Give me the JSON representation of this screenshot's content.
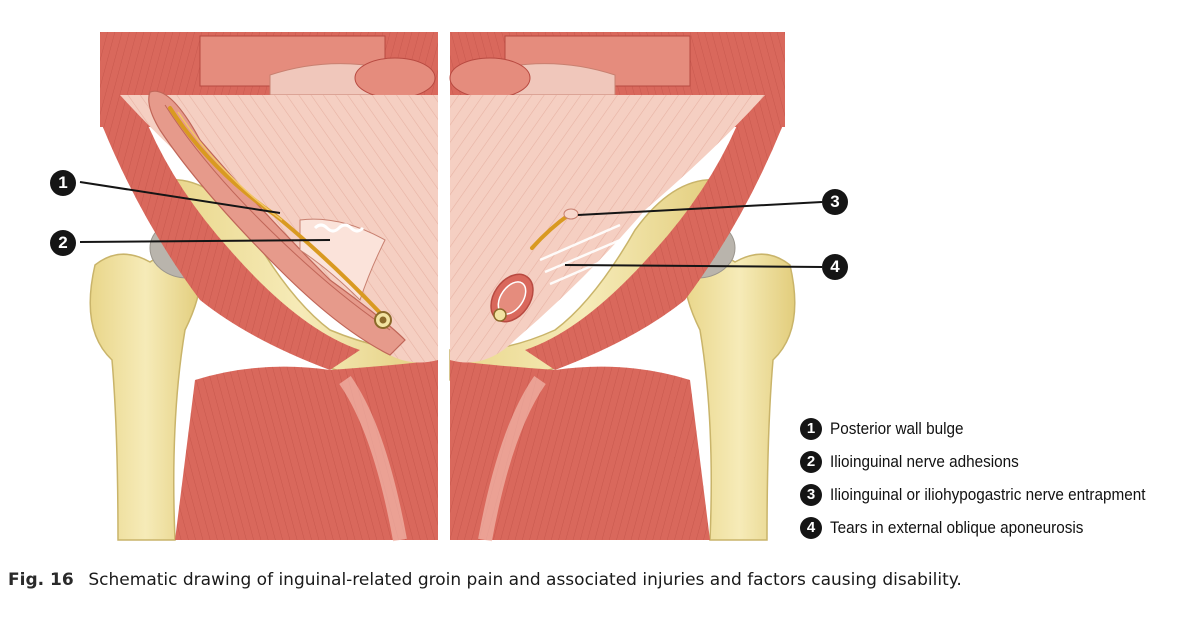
{
  "figure": {
    "label": "Fig. 16",
    "caption": "Schematic drawing of inguinal-related groin pain and associated injuries and factors causing disability."
  },
  "callouts": [
    {
      "num": "1",
      "text": "Posterior wall bulge"
    },
    {
      "num": "2",
      "text": "Ilioinguinal nerve adhesions"
    },
    {
      "num": "3",
      "text": "Ilioinguinal or iliohypogastric nerve entrapment"
    },
    {
      "num": "4",
      "text": "Tears in external oblique aponeurosis"
    }
  ],
  "colors": {
    "muscle": "#d9685c",
    "muscle_dark": "#b84a41",
    "aponeurosis": "#f5cfc2",
    "bone": "#f2e3a2",
    "bone_shade": "#d9c578",
    "cartilage": "#b9b4ac",
    "nerve": "#d99a21",
    "callout": "#151515"
  }
}
